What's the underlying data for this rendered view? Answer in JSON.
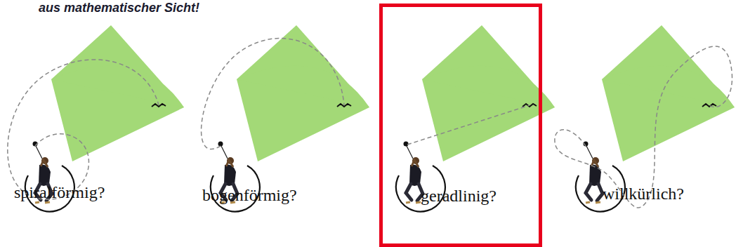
{
  "diagram": {
    "title": "aus mathematischer Sicht!",
    "nodes": [
      {
        "text": [
          "geradlinig?"
        ]
      }
    ],
    "labels": [
      "spiralförmig?",
      "bogenförmig?",
      "willkürlich?"
    ]
  }
}
